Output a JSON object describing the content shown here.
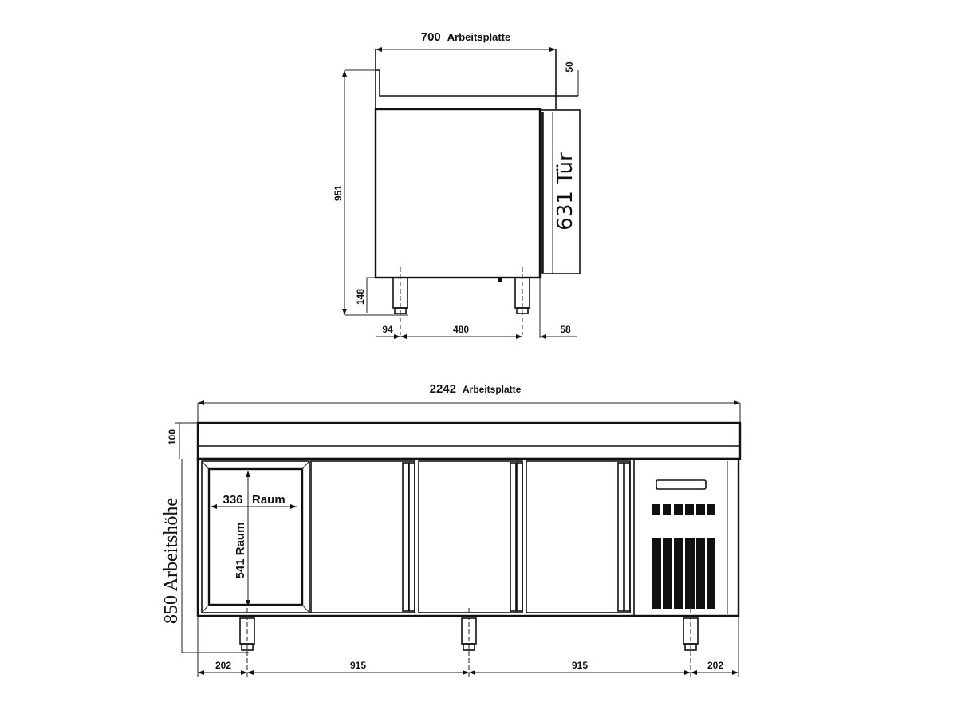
{
  "side_view": {
    "worktop_width": "700",
    "worktop_label": "Arbeitsplatte",
    "worktop_thickness": "50",
    "total_height": "951",
    "door_label": "631 Tür",
    "leg_height": "148",
    "front_offset": "94",
    "leg_spacing": "480",
    "door_depth": "58"
  },
  "front_view": {
    "worktop_width": "2242",
    "worktop_label": "Arbeitsplatte",
    "worktop_height": "100",
    "working_height_label": "850 Arbeitshöhe",
    "glass_width_label": "336",
    "glass_height_label": "541 Raum",
    "raum_label": "Raum",
    "leg_offset_left": "202",
    "leg_spacing_1": "915",
    "leg_spacing_2": "915",
    "leg_offset_right": "202"
  }
}
